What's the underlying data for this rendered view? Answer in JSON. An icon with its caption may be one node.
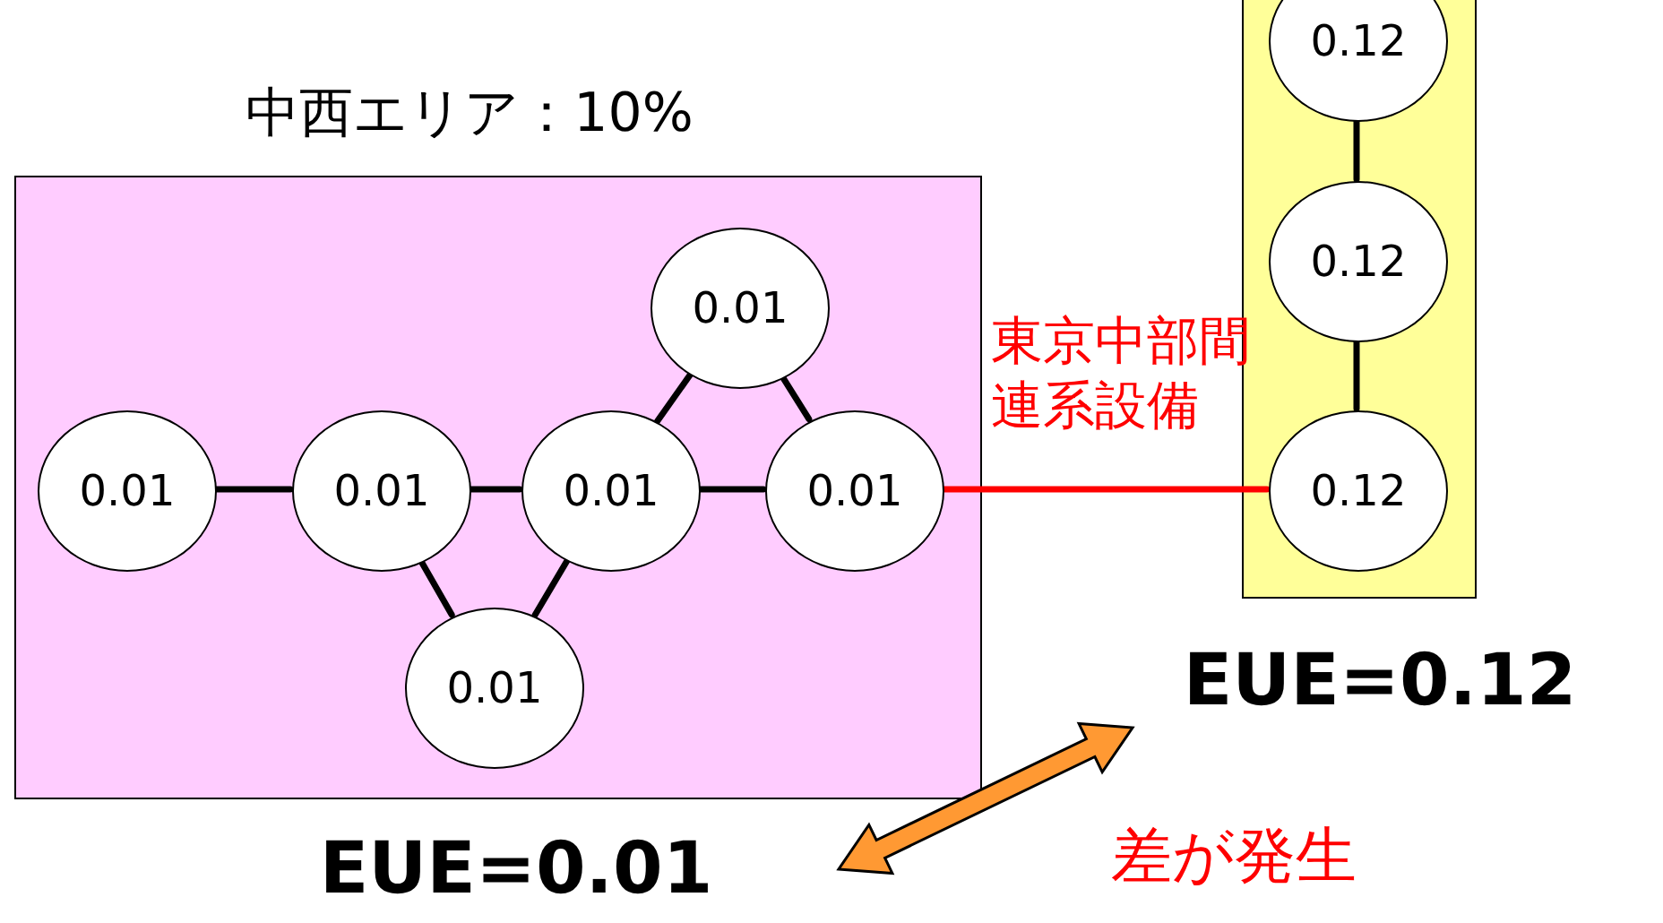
{
  "diagram": {
    "nodes": [
      {
        "text": [
          "中西エリア：10%"
        ]
      },
      {
        "text": [
          "0.01"
        ],
        "in": 0
      },
      {
        "text": [
          "0.01"
        ],
        "in": 0
      },
      {
        "text": [
          "0.01"
        ],
        "in": 0
      },
      {
        "text": [
          "0.01"
        ],
        "in": 0
      },
      {
        "text": [
          "0.01"
        ],
        "in": 0
      },
      {
        "text": [
          "0.01"
        ],
        "in": 0
      },
      {
        "text": [],
        "shape": "box"
      },
      {
        "text": [
          "0.12"
        ],
        "in": 7
      },
      {
        "text": [
          "0.12"
        ],
        "in": 7
      },
      {
        "text": [
          "0.12"
        ],
        "in": 7
      },
      {
        "text": [
          "EUE=0.01"
        ]
      },
      {
        "text": [
          "EUE=0.12"
        ]
      }
    ],
    "edges": [
      {
        "from": 1,
        "to": 2,
        "arrow": "none"
      },
      {
        "from": 2,
        "to": 3,
        "arrow": "none"
      },
      {
        "from": 3,
        "to": 4,
        "arrow": "none"
      },
      {
        "from": 4,
        "to": 5,
        "arrow": "none"
      },
      {
        "from": 3,
        "to": 5,
        "arrow": "none"
      },
      {
        "from": 2,
        "to": 6,
        "arrow": "none"
      },
      {
        "from": 6,
        "to": 3,
        "arrow": "none"
      },
      {
        "from": 5,
        "to": 10,
        "arrow": "none",
        "label": "東京中部間連系設備",
        "color": "#ff0000"
      },
      {
        "from": 8,
        "to": 9,
        "arrow": "none"
      },
      {
        "from": 9,
        "to": 10,
        "arrow": "none"
      },
      {
        "from": 11,
        "to": 12,
        "arrow": "both",
        "style": "thick",
        "color": "#ff9933"
      }
    ],
    "labels": [
      "差が発生"
    ]
  }
}
